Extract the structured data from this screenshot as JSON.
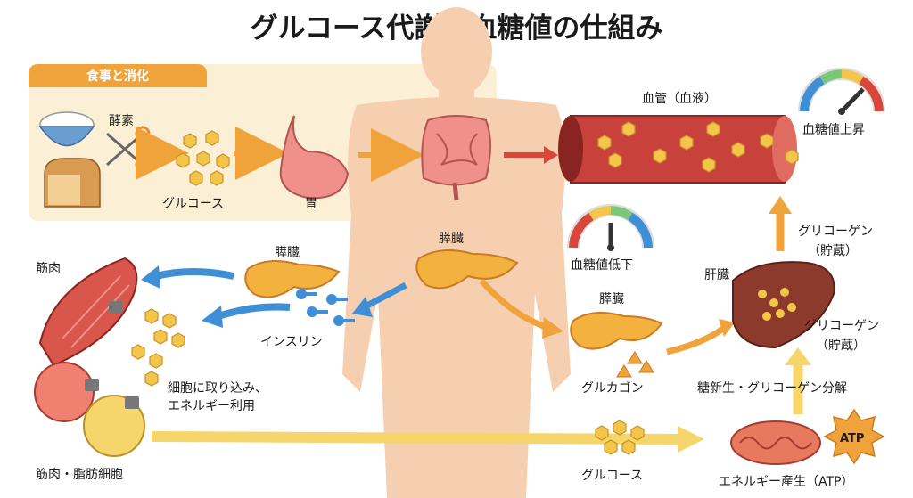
{
  "title": "グルコース代謝と血糖値の仕組み",
  "digestion": {
    "header": "食事と消化",
    "enzyme": "酵素",
    "glucose": "グルコース",
    "stomach": "胃"
  },
  "blood": {
    "vessel": "血管（血液）",
    "rise": "血糖値上昇"
  },
  "insulin_path": {
    "pancreas_center": "膵臓",
    "pancreas_left": "膵臓",
    "insulin": "インスリン",
    "muscle": "筋肉",
    "uptake_line1": "細胞に取り込み、",
    "uptake_line2": "エネルギー利用",
    "cells": "筋肉・脂肪細胞"
  },
  "glucagon_path": {
    "fall": "血糖値低下",
    "pancreas": "膵臓",
    "glucagon": "グルカゴン",
    "liver": "肝臓",
    "glycogen_top_1": "グリコーゲン",
    "glycogen_top_2": "（貯蔵）",
    "glycogen_bot_1": "グリコーゲン",
    "glycogen_bot_2": "（貯蔵）",
    "process": "糖新生・グリコーゲン分解"
  },
  "energy": {
    "glucose": "グルコース",
    "atp": "ATP",
    "production": "エネルギー産生（ATP）"
  },
  "colors": {
    "orange_arrow": "#f0a33a",
    "red_arrow": "#d9473a",
    "blue_arrow": "#3f8fd6",
    "glucose_hex": "#f3c54a",
    "skin": "#f6cfb0",
    "vessel": "#c8423b",
    "liver": "#8c3a2c"
  }
}
